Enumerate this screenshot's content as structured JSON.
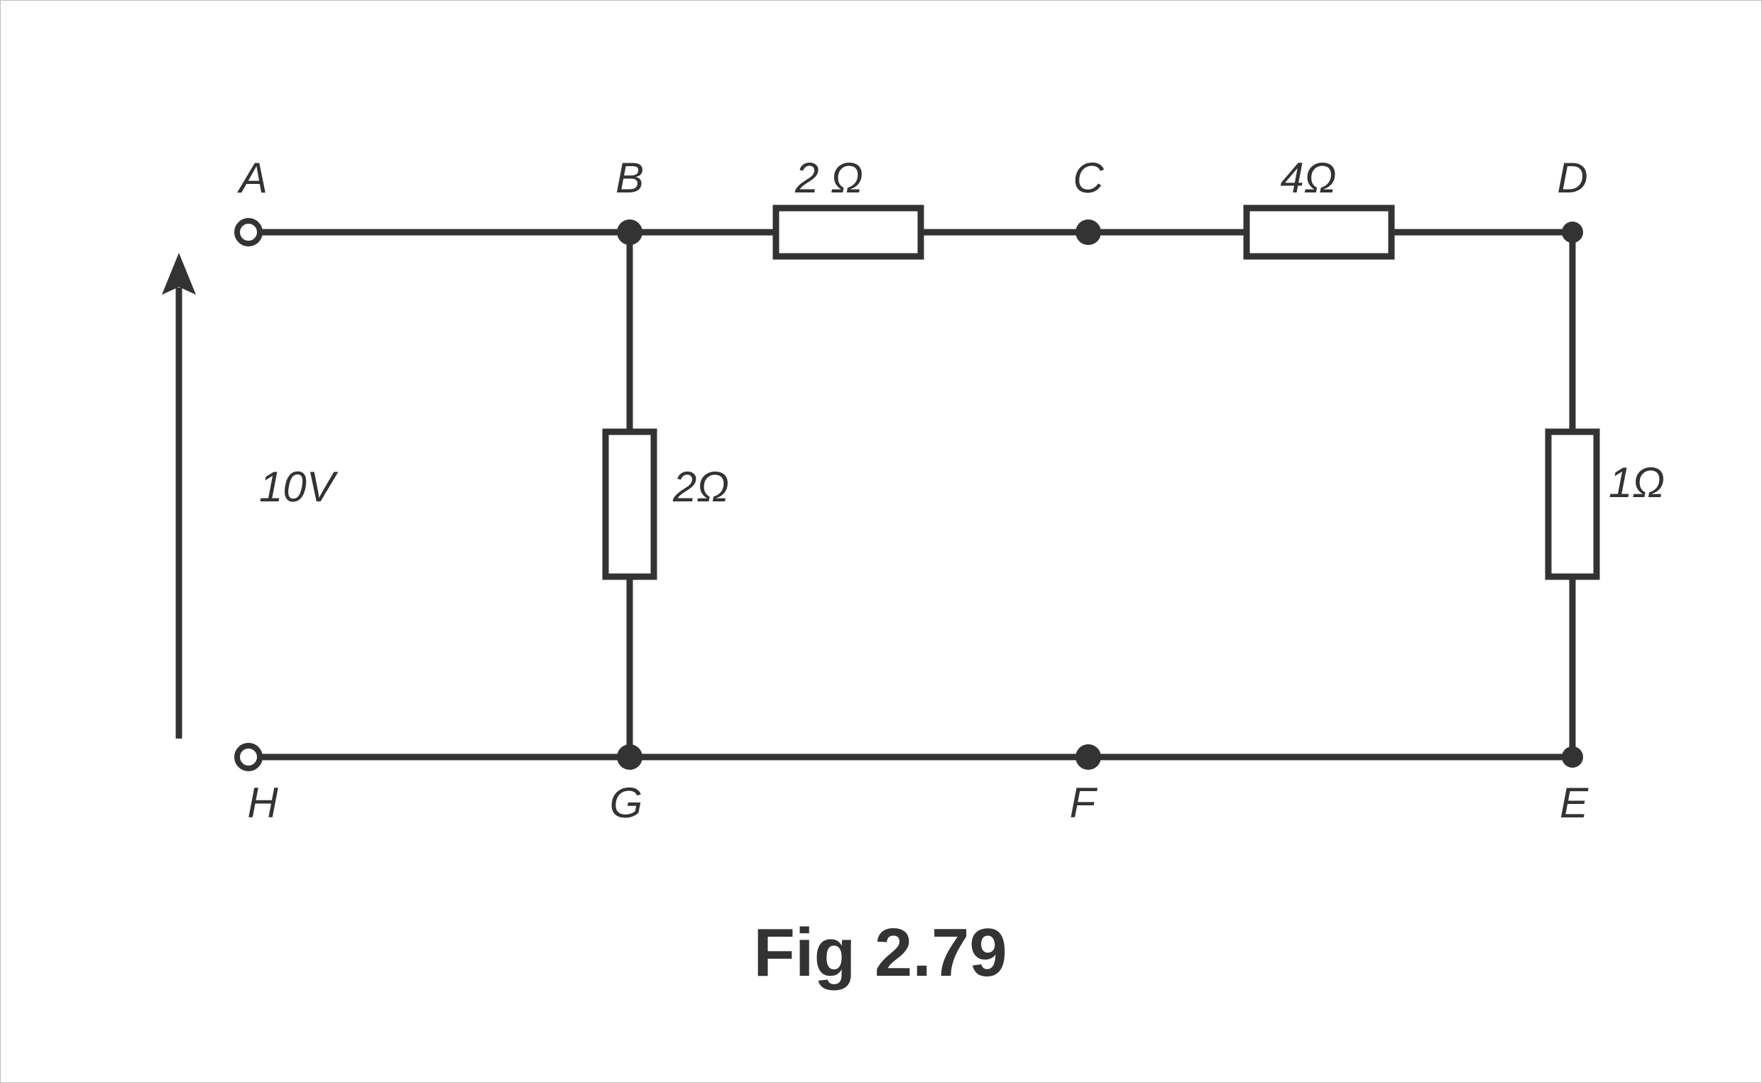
{
  "nodes": {
    "A": "A",
    "B": "B",
    "C": "C",
    "D": "D",
    "E": "E",
    "F": "F",
    "G": "G",
    "H": "H"
  },
  "resistors": {
    "bc": "2 Ω",
    "cd": "4Ω",
    "bg": "2Ω",
    "de": "1Ω"
  },
  "source": {
    "voltage": "10V"
  },
  "caption": "Fig 2.79",
  "colors": {
    "ink": "#333333",
    "background": "#ffffff",
    "border": "#bdbdbd"
  }
}
